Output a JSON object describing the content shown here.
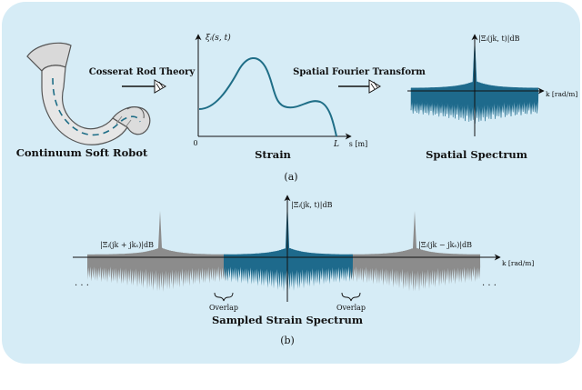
{
  "panel_a": {
    "step1_label": "Cosserat Rod Theory",
    "step2_label": "Spatial Fourier Transform",
    "robot_label": "Continuum Soft Robot",
    "strain_label": "Strain",
    "spectrum_label": "Spatial Spectrum",
    "strain_yaxis": "ξᵢ(s, t)",
    "strain_origin": "0",
    "strain_end": "L",
    "strain_xaxis": "s [m]",
    "spec_yaxis": "|Ξᵢ(jk, t)|dB",
    "spec_xaxis": "k [rad/m]",
    "caption": "(a)"
  },
  "panel_b": {
    "center_label": "|Ξᵢ(jk, t)|dB",
    "left_label": "|Ξᵢ(jk + jkₛ)|dB",
    "right_label": "|Ξᵢ(jk − jkₛ)|dB",
    "xaxis": "k [rad/m]",
    "overlap_left": "Overlap",
    "overlap_right": "Overlap",
    "ellipsis_left": ". . .",
    "ellipsis_right": ". . .",
    "title": "Sampled Strain Spectrum",
    "caption": "(b)"
  },
  "colors": {
    "background": "#d6ecf6",
    "spectrum_blue": "#1e6a8c",
    "alias_gray": "#8c8c8c",
    "curve_teal": "#1f6e87",
    "robot_fill": "#e4e4e4"
  }
}
